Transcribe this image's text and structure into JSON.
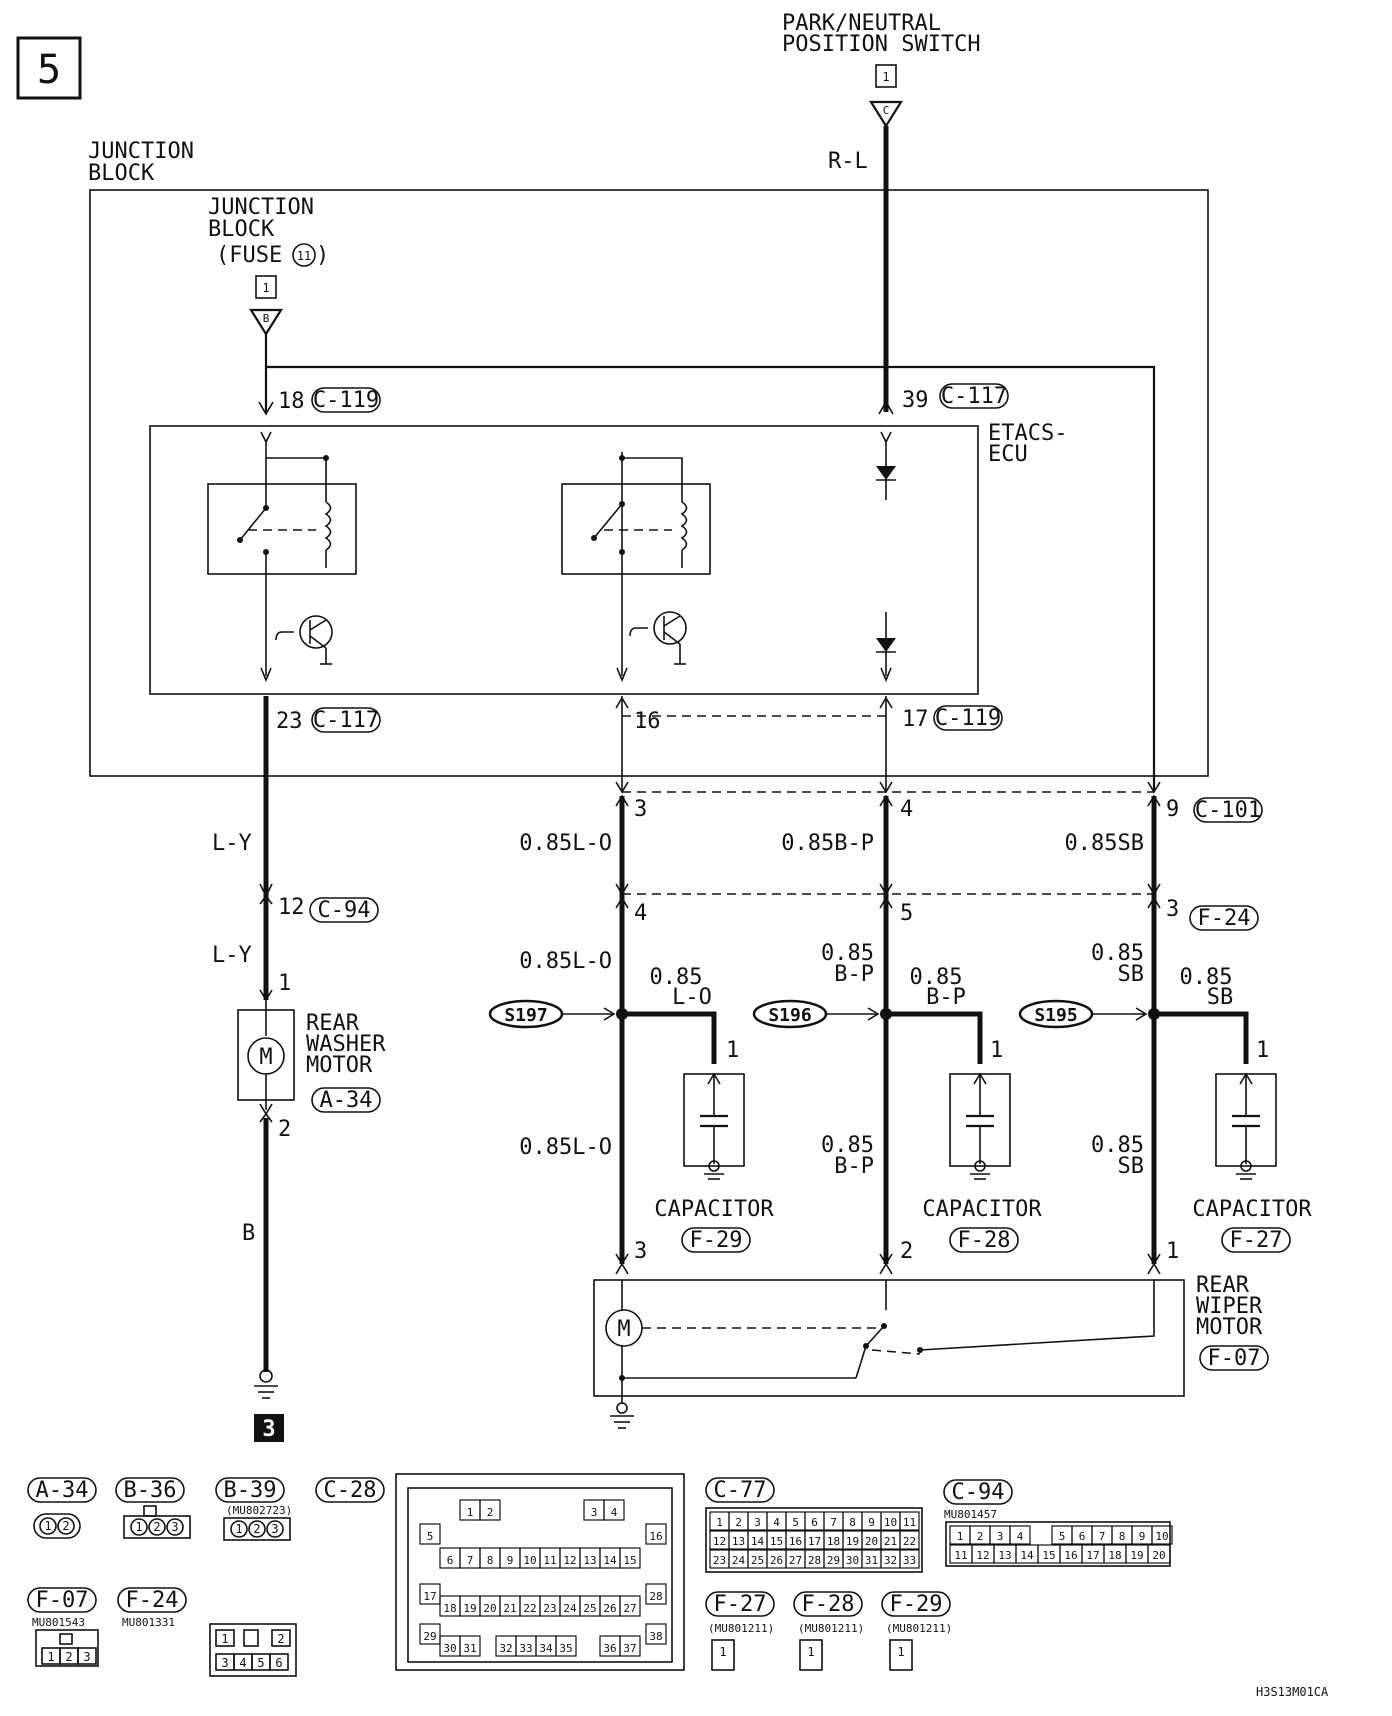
{
  "page_number": "5",
  "drawing_id": "H3S13M01CA",
  "continues_to": "3",
  "titles": {
    "junction_block": [
      "JUNCTION",
      "BLOCK"
    ],
    "fuse_source": [
      "JUNCTION",
      "BLOCK",
      "(FUSE",
      "11",
      ")"
    ],
    "park_neutral": [
      "PARK/NEUTRAL",
      "POSITION SWITCH"
    ],
    "etacs": [
      "ETACS-",
      "ECU"
    ],
    "rear_washer": [
      "REAR",
      "WASHER",
      "MOTOR"
    ],
    "rear_wiper": [
      "REAR",
      "WIPER",
      "MOTOR"
    ],
    "capacitor": "CAPACITOR"
  },
  "connectors": {
    "c119": "C-119",
    "c117": "C-117",
    "c101": "C-101",
    "c94": "C-94",
    "f24": "F-24",
    "a34": "A-34",
    "f29": "F-29",
    "f28": "F-28",
    "f27": "F-27",
    "f07": "F-07",
    "b36": "B-36",
    "b39": "B-39",
    "c28": "C-28",
    "c77": "C-77"
  },
  "terminals": {
    "src1": "1",
    "src2": "1",
    "src_b": "B",
    "src_c": "C",
    "t18": "18",
    "t39": "39",
    "t23": "23",
    "t16": "16",
    "t17": "17",
    "t3": "3",
    "t4": "4",
    "t9": "9",
    "t12": "12",
    "t4b": "4",
    "t5": "5",
    "t3b": "3",
    "m1": "1",
    "m2": "2",
    "cap1a": "1",
    "cap1b": "1",
    "cap1c": "1",
    "w3": "3",
    "w2": "2",
    "w1": "1"
  },
  "wires": {
    "rl": "R-L",
    "ly1": "L-Y",
    "ly2": "L-Y",
    "b": "B",
    "lo_top": "0.85L-O",
    "bp_top": "0.85B-P",
    "sb_top": "0.85SB",
    "lo_mid": "0.85L-O",
    "bp_mid": [
      "0.85",
      "B-P"
    ],
    "sb_mid": [
      "0.85",
      "SB"
    ],
    "lo_br": [
      "0.85",
      "L-O"
    ],
    "bp_br": [
      "0.85",
      "B-P"
    ],
    "sb_br": [
      "0.85",
      "SB"
    ],
    "lo_bot": "0.85L-O",
    "bp_bot": [
      "0.85",
      "B-P"
    ],
    "sb_bot": [
      "0.85",
      "SB"
    ]
  },
  "splices": {
    "s197": "S197",
    "s196": "S196",
    "s195": "S195"
  },
  "parts": {
    "b39_code": "(MU802723)",
    "c94_code": "MU801457",
    "f07_code": "MU801543",
    "f24_code": "MU801331",
    "f27_code": "(MU801211)",
    "f28_code": "(MU801211)",
    "f29_code": "(MU801211)"
  },
  "connector_pins": {
    "a34": [
      "1",
      "2"
    ],
    "b36": [
      "1",
      "2",
      "3"
    ],
    "b39": [
      "1",
      "2",
      "3"
    ],
    "c28": [
      "1",
      "2",
      "3",
      "4",
      "5",
      "6",
      "7",
      "8",
      "9",
      "10",
      "11",
      "12",
      "13",
      "14",
      "15",
      "16",
      "17",
      "18",
      "19",
      "20",
      "21",
      "22",
      "23",
      "24",
      "25",
      "26",
      "27",
      "28",
      "29",
      "30",
      "31",
      "32",
      "33",
      "34",
      "35",
      "36",
      "37",
      "38"
    ],
    "c77": [
      "1",
      "2",
      "3",
      "4",
      "5",
      "6",
      "7",
      "8",
      "9",
      "10",
      "11",
      "12",
      "13",
      "14",
      "15",
      "16",
      "17",
      "18",
      "19",
      "20",
      "21",
      "22",
      "23",
      "24",
      "25",
      "26",
      "27",
      "28",
      "29",
      "30",
      "31",
      "32",
      "33"
    ],
    "c94": [
      "1",
      "2",
      "3",
      "4",
      "5",
      "6",
      "7",
      "8",
      "9",
      "10",
      "11",
      "12",
      "13",
      "14",
      "15",
      "16",
      "17",
      "18",
      "19",
      "20"
    ],
    "f07": [
      "1",
      "2",
      "3"
    ],
    "f24": [
      "1",
      "2",
      "3",
      "4",
      "5",
      "6"
    ],
    "f27": [
      "1"
    ],
    "f28": [
      "1"
    ],
    "f29": [
      "1"
    ]
  }
}
